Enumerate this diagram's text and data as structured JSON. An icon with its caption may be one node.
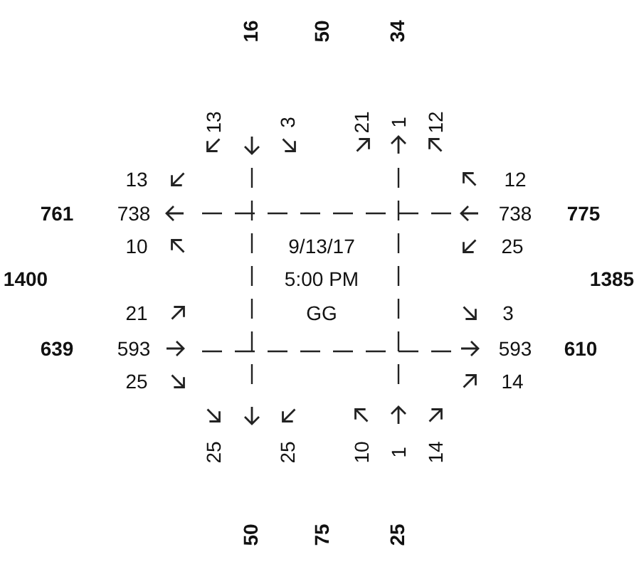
{
  "diagram": {
    "labels": [
      "16",
      "50",
      "34",
      "13",
      "3",
      "21",
      "1",
      "12",
      "13",
      "12",
      "761",
      "738",
      "738",
      "775",
      "10",
      "9/13/17",
      "25",
      "1400",
      "5:00 PM",
      "1385",
      "21",
      "GG",
      "3",
      "639",
      "593",
      "593",
      "610",
      "25",
      "14",
      "25",
      "25",
      "10",
      "1",
      "14",
      "50",
      "75",
      "25"
    ]
  }
}
